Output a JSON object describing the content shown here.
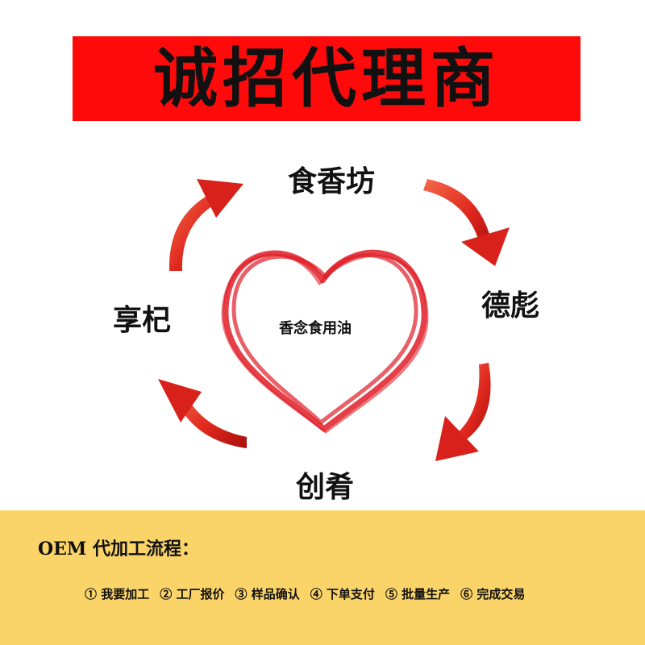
{
  "banner": {
    "title": "诚招代理商",
    "background": "#ff0a0a"
  },
  "cycle": {
    "top": "食香坊",
    "right": "德彪",
    "bottom": "创肴",
    "left": "享杞",
    "center": "香念食用油",
    "arrow_color": "#e0281e",
    "heart_color": "#e01e28"
  },
  "footer": {
    "background": "#fbd469",
    "title": "OEM 代加工流程：",
    "steps": [
      "① 我要加工",
      "② 工厂报价",
      "③ 样品确认",
      "④ 下单支付",
      "⑤ 批量生产",
      "⑥ 完成交易"
    ]
  }
}
